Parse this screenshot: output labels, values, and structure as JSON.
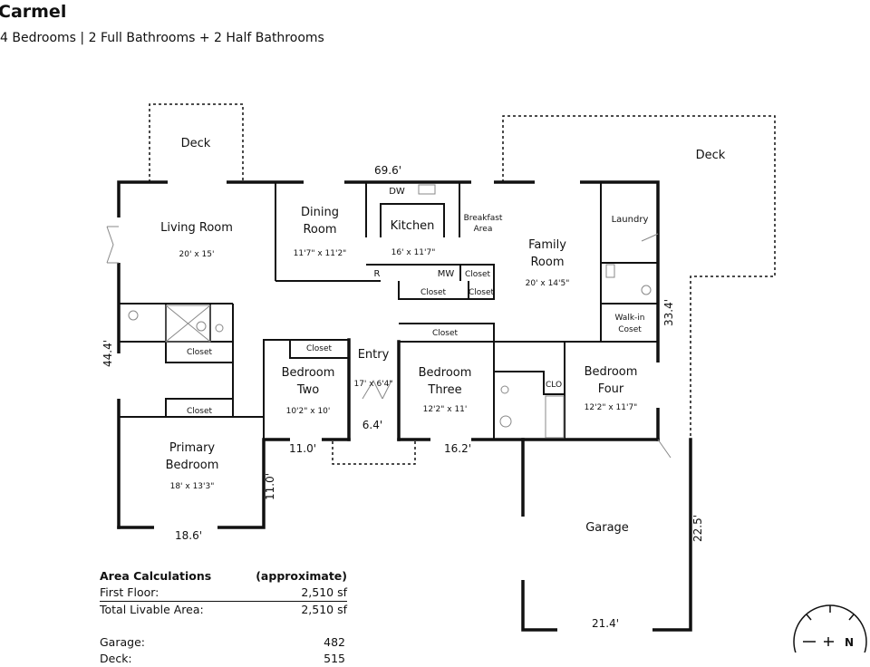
{
  "header": {
    "title": "Carmel",
    "subtitle": "4 Bedrooms | 2 Full Bathrooms + 2 Half Bathrooms"
  },
  "rooms": {
    "deck_left": "Deck",
    "deck_right": "Deck",
    "living": {
      "name": "Living Room",
      "dim": "20' x 15'"
    },
    "dining": {
      "name1": "Dining",
      "name2": "Room",
      "dim": "11'7\" x 11'2\""
    },
    "kitchen": {
      "name": "Kitchen",
      "dim": "16' x 11'7\"",
      "dw": "DW",
      "r": "R",
      "mw": "MW"
    },
    "breakfast": {
      "name1": "Breakfast",
      "name2": "Area"
    },
    "family": {
      "name1": "Family",
      "name2": "Room",
      "dim": "20' x 14'5\""
    },
    "laundry": "Laundry",
    "walkin": {
      "name1": "Walk-in",
      "name2": "Coset"
    },
    "closet": "Closet",
    "clo": "CLO",
    "entry": {
      "name": "Entry",
      "dim": "17' x 6'4\""
    },
    "bed2": {
      "name1": "Bedroom",
      "name2": "Two",
      "dim": "10'2\" x 10'"
    },
    "bed3": {
      "name1": "Bedroom",
      "name2": "Three",
      "dim": "12'2\" x 11'"
    },
    "bed4": {
      "name1": "Bedroom",
      "name2": "Four",
      "dim": "12'2\" x 11'7\""
    },
    "primary": {
      "name1": "Primary",
      "name2": "Bedroom",
      "dim": "18' x 13'3\""
    },
    "garage": "Garage"
  },
  "measurements": {
    "top": "69.6'",
    "left": "44.4'",
    "right": "33.4'",
    "entry": "6.4'",
    "bed2": "11.0'",
    "bed3": "16.2'",
    "primary_side": "11.0'",
    "primary_bottom": "18.6'",
    "garage_bottom": "21.4'",
    "garage_side": "22.5'"
  },
  "area": {
    "title": "Area Calculations",
    "note": "(approximate)",
    "rows": [
      {
        "label": "First Floor:",
        "value": "2,510 sf"
      },
      {
        "label": "Total Livable Area:",
        "value": "2,510 sf"
      },
      {
        "label": "Garage:",
        "value": "482"
      },
      {
        "label": "Deck:",
        "value": "515"
      }
    ]
  },
  "compass": {
    "label": "N"
  }
}
